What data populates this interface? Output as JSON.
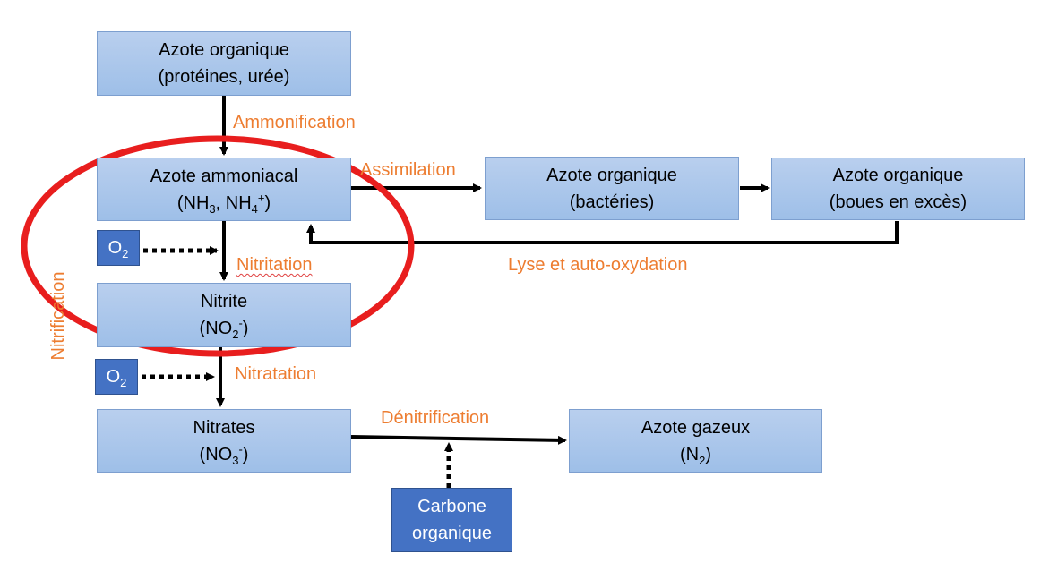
{
  "colors": {
    "box_fill": "#a8c4ec",
    "box_border": "#7d9fcf",
    "label": "#ed7d31",
    "dark_box": "#4472c4",
    "highlight_ellipse": "#e81e1e",
    "arrow": "#000000"
  },
  "nodes": {
    "org_protein": {
      "line1": "Azote organique",
      "line2": "(protéines, urée)"
    },
    "ammoniacal": {
      "line1": "Azote ammoniacal",
      "nh": "(NH",
      "sub3": "3",
      "mid": ", NH",
      "sub4": "4",
      "sup": "+",
      "end": ")"
    },
    "org_bact": {
      "line1": "Azote organique",
      "line2": "(bactéries)"
    },
    "org_boues": {
      "line1": "Azote organique",
      "line2": "(boues en excès)"
    },
    "nitrite": {
      "line1": "Nitrite",
      "pre": "(NO",
      "sub": "2",
      "sup": "-",
      "end": ")"
    },
    "nitrates": {
      "line1": "Nitrates",
      "pre": "(NO",
      "sub": "3",
      "sup": "-",
      "end": ")"
    },
    "gazeux": {
      "line1": "Azote gazeux",
      "pre": "(N",
      "sub": "2",
      "end": ")"
    },
    "o2_a": {
      "pre": "O",
      "sub": "2"
    },
    "o2_b": {
      "pre": "O",
      "sub": "2"
    },
    "carbone": {
      "line1": "Carbone",
      "line2": "organique"
    }
  },
  "labels": {
    "ammonification": "Ammonification",
    "assimilation": "Assimilation",
    "lyse": "Lyse et auto-oxydation",
    "nitritation": "Nitritation",
    "nitratation": "Nitratation",
    "denitrification": "Dénitrification",
    "nitrification": "Nitrification"
  }
}
